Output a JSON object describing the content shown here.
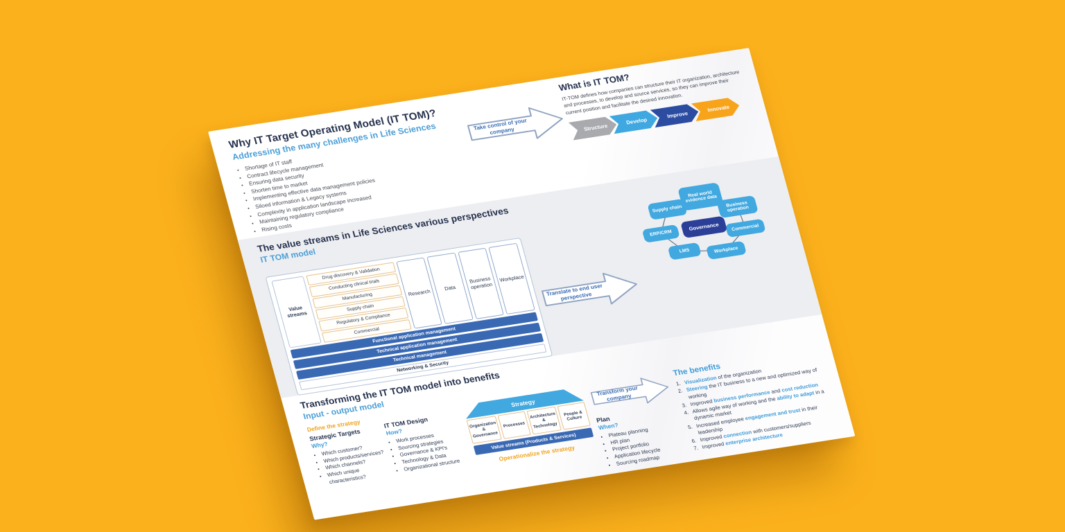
{
  "colors": {
    "background": "#FBB11C",
    "accent_blue": "#3F9BD8",
    "dark_navy": "#25314E",
    "bar_blue": "#3A69B4",
    "node_blue": "#41A8E0",
    "governance_navy": "#2B3F98",
    "orange": "#F0A41E",
    "chevron_colors": [
      "#A9AAAE",
      "#3FA8E0",
      "#2B4CA0",
      "#F7A41B"
    ]
  },
  "why": {
    "title": "Why IT Target Operating Model (IT TOM)?",
    "subtitle": "Addressing the many challenges in Life Sciences",
    "bullets": [
      "Shortage of IT staff",
      "Contract lifecycle management",
      "Ensuring data security",
      "Shorten time to market",
      "Implementing effective data management policies",
      "Siloed information & Legacy systems",
      "Complexity in application landscape increased",
      "Maintaining regulatory compliance",
      "Rising costs"
    ]
  },
  "arrows": {
    "take_control": "Take control of your company",
    "translate": "Translate to end user perspective",
    "transform": "Transform your company"
  },
  "what": {
    "title": "What is IT TOM?",
    "body": "IT-TOM defines how companies can structure their IT organization, architecture and processes, to develop and source services, so they can improve their current position and facilitate the desired innovation.",
    "chevrons": [
      "Structure",
      "Develop",
      "Improve",
      "Innovate"
    ]
  },
  "value_streams": {
    "title": "The value streams in Life Sciences various perspectives",
    "subtitle": "IT TOM model",
    "model": {
      "row_label": "Value streams",
      "streams": [
        "Drug discovery & Validation",
        "Conducting clinical trials",
        "Manufacturing",
        "Supply chain",
        "Regulatory & Compliance",
        "Commercial"
      ],
      "columns": [
        "Research",
        "Data",
        "Business operation",
        "Workplace"
      ],
      "layers": [
        "Functional application management",
        "Technical application management",
        "Technical management",
        "Networking & Security"
      ]
    }
  },
  "ring": {
    "center": "Governance",
    "nodes": [
      "Supply chain",
      "Real world evidence data",
      "Business operation",
      "Commercial",
      "Workplace",
      "LMS",
      "ERP/CRM"
    ]
  },
  "transform": {
    "title": "Transforming the IT TOM model into benefits",
    "subtitle": "Input - output model",
    "define_label": "Define the strategy",
    "strategic": {
      "title": "Strategic Targets",
      "q": "Why?",
      "bullets": [
        "Which customer?",
        "Which products/services?",
        "Which channels?",
        "Which unique characteristics?"
      ]
    },
    "design": {
      "title": "IT TOM Design",
      "q": "How?",
      "bullets": [
        "Work processes",
        "Sourcing strategies",
        "Governance & KPI's",
        "Technology & Data",
        "Organizational structure"
      ]
    },
    "house": {
      "roof": "Strategy",
      "pillars": [
        "Organization & Governance",
        "Processes",
        "Architecture & Technology",
        "People & Culture"
      ],
      "base": "Value streams (Products & Services)",
      "caption": "Operationalize the strategy"
    },
    "plan": {
      "title": "Plan",
      "q": "When?",
      "bullets": [
        "Plateau planning",
        "HR plan",
        "Project portfolio",
        "Application lifecycle",
        "Sourcing roadmap"
      ]
    },
    "benefits": {
      "title": "The benefits",
      "items": [
        {
          "num": "1.",
          "parts": [
            "Visualization",
            " of the organization"
          ]
        },
        {
          "num": "2.",
          "parts": [
            "Steering",
            " the IT business to a new and optimized way of working"
          ]
        },
        {
          "num": "3.",
          "parts": [
            "Improved ",
            "business performance",
            " and ",
            "cost reduction"
          ]
        },
        {
          "num": "4.",
          "parts": [
            "Allows agile way of working and the ",
            "ability to adapt",
            " in a dynamic market"
          ]
        },
        {
          "num": "5.",
          "parts": [
            "Increased employee ",
            "engagement and trust",
            " in their leadership"
          ]
        },
        {
          "num": "6.",
          "parts": [
            "Improved ",
            "connection",
            " with customers/suppliers"
          ]
        },
        {
          "num": "7.",
          "parts": [
            "Improved ",
            "enterprise architecture"
          ]
        }
      ]
    }
  }
}
